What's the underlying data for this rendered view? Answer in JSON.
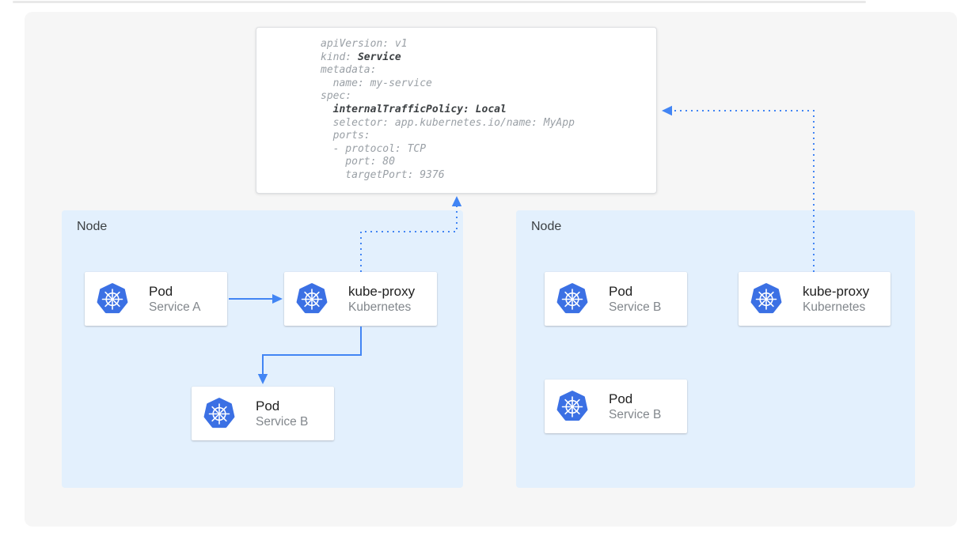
{
  "colors": {
    "arrow_blue": "#4285f4",
    "kubernetes_blue": "#3b70e4",
    "node_bg": "#e3f0fd",
    "panel_bg": "#f6f6f6",
    "node_label": "#3c4043",
    "card_title": "#212121",
    "card_subtitle": "#82878c",
    "yaml_text": "#9aa0a6",
    "yaml_bold": "#3c4043"
  },
  "diagram": {
    "yaml": {
      "lines": [
        {
          "pre": "apiVersion: v1"
        },
        {
          "pre": "kind: ",
          "bold": "Service"
        },
        {
          "pre": "metadata:"
        },
        {
          "pre": "  name: my-service"
        },
        {
          "pre": "spec:"
        },
        {
          "pre": "  ",
          "bold": "internalTrafficPolicy: Local"
        },
        {
          "pre": "  selector: app.kubernetes.io/name: MyApp"
        },
        {
          "pre": "  ports:"
        },
        {
          "pre": "  - protocol: TCP"
        },
        {
          "pre": "    port: 80"
        },
        {
          "pre": "    targetPort: 9376"
        }
      ]
    },
    "nodes": [
      {
        "label": "Node",
        "cards": [
          {
            "title": "Pod",
            "subtitle": "Service A"
          },
          {
            "title": "kube-proxy",
            "subtitle": "Kubernetes"
          },
          {
            "title": "Pod",
            "subtitle": "Service B"
          }
        ]
      },
      {
        "label": "Node",
        "cards": [
          {
            "title": "Pod",
            "subtitle": "Service B"
          },
          {
            "title": "kube-proxy",
            "subtitle": "Kubernetes"
          },
          {
            "title": "Pod",
            "subtitle": "Service B"
          }
        ]
      }
    ]
  }
}
